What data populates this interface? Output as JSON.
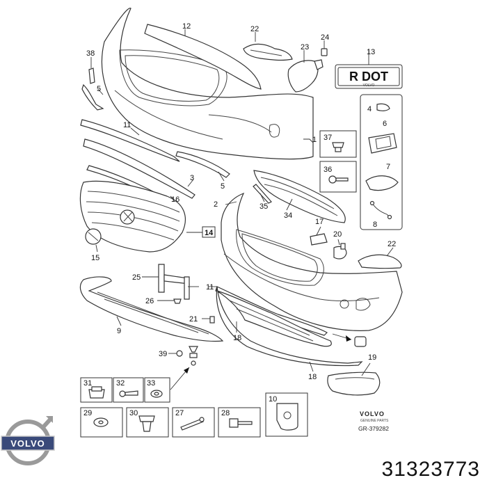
{
  "diagram": {
    "callouts": [
      "1",
      "2",
      "3",
      "4",
      "5",
      "5",
      "6",
      "7",
      "8",
      "9",
      "10",
      "11",
      "11",
      "12",
      "13",
      "14",
      "15",
      "16",
      "17",
      "18",
      "18",
      "19",
      "20",
      "21",
      "22",
      "22",
      "23",
      "24",
      "25",
      "26",
      "27",
      "28",
      "29",
      "30",
      "31",
      "32",
      "33",
      "34",
      "35",
      "36",
      "37",
      "38",
      "39"
    ],
    "rdot_label": "R DOT",
    "rdot_sub": "VOLVO",
    "brand_text": "VOLVO",
    "brand_sub": "GENUINE PARTS",
    "drawing_ref": "GR-379282"
  },
  "logo": {
    "text": "VOLVO"
  },
  "part_number": "31323773"
}
